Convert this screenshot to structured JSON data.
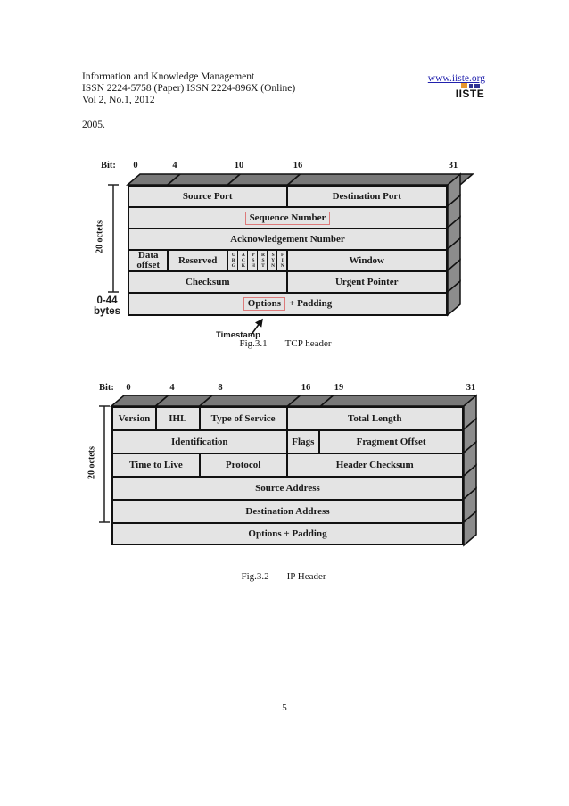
{
  "header": {
    "journal": "Information and Knowledge Management",
    "issn": "ISSN 2224-5758 (Paper) ISSN 2224-896X (Online)",
    "volume": "Vol 2, No.1, 2012",
    "website": "www.iiste.org",
    "logo_text": "IISTE"
  },
  "intro": "2005.",
  "colors": {
    "link_blue": "#2121ad",
    "highlight_red": "#dd7a7a",
    "row_fill": "#e4e4e4",
    "top_face": "#787878",
    "side_face": "#8c8c8c",
    "border": "#111111"
  },
  "tcp": {
    "bit_label": "Bit:",
    "bits": [
      "0",
      "4",
      "10",
      "16",
      "31"
    ],
    "rows": [
      [
        "Source Port",
        "Destination Port"
      ],
      [
        "Sequence Number"
      ],
      [
        "Acknowledgement Number"
      ],
      [
        "Data offset",
        "Reserved",
        "Window"
      ],
      [
        "Checksum",
        "Urgent Pointer"
      ],
      [
        "Options",
        "+ Padding"
      ]
    ],
    "flags": [
      "URG",
      "ACK",
      "PSH",
      "RST",
      "SYN",
      "FIN"
    ],
    "left_label_rows": "20 octets",
    "left_label_options": "0-44 bytes",
    "annotation": "Timestamp",
    "caption": {
      "id": "Fig.3.1",
      "title": "TCP header"
    }
  },
  "ip": {
    "bit_label": "Bit:",
    "bits": [
      "0",
      "4",
      "8",
      "16",
      "19",
      "31"
    ],
    "rows": [
      [
        "Version",
        "IHL",
        "Type of Service",
        "Total Length"
      ],
      [
        "Identification",
        "Flags",
        "Fragment Offset"
      ],
      [
        "Time to Live",
        "Protocol",
        "Header Checksum"
      ],
      [
        "Source Address"
      ],
      [
        "Destination Address"
      ],
      [
        "Options + Padding"
      ]
    ],
    "left_label_rows": "20 octets",
    "caption": {
      "id": "Fig.3.2",
      "title": "IP Header"
    }
  },
  "footer": {
    "page_number": "5"
  }
}
